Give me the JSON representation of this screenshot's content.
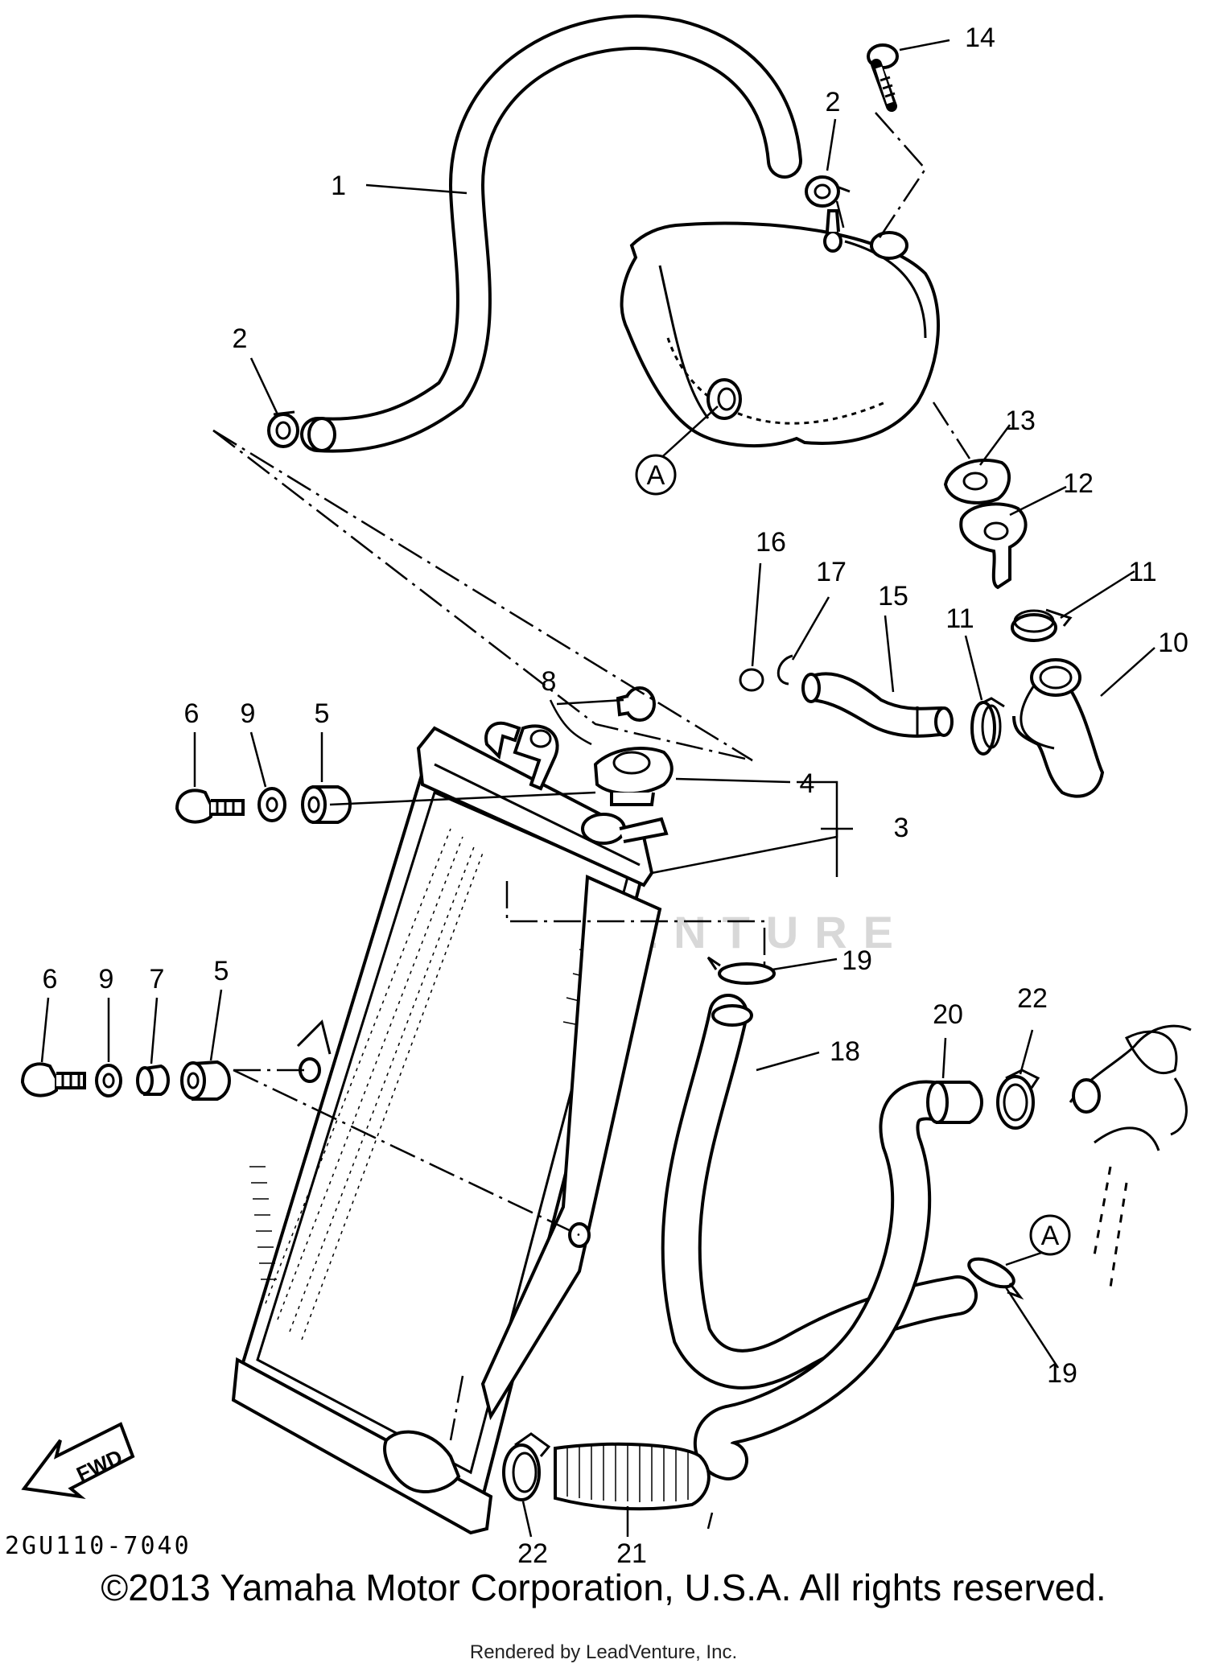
{
  "diagram": {
    "drawing_code": "2GU110-7040",
    "watermark": "LEADVENTURE",
    "fwd_arrow_label": "FWD",
    "reference_marks": [
      "A",
      "A"
    ],
    "callouts": [
      "1",
      "2",
      "2",
      "3",
      "4",
      "5",
      "5",
      "6",
      "6",
      "7",
      "8",
      "9",
      "9",
      "10",
      "11",
      "11",
      "12",
      "13",
      "14",
      "15",
      "16",
      "17",
      "18",
      "19",
      "19",
      "20",
      "21",
      "22",
      "22"
    ]
  },
  "footer": {
    "copyright": "©2013 Yamaha Motor Corporation, U.S.A. All rights reserved.",
    "rendered_by": "Rendered by LeadVenture, Inc."
  }
}
